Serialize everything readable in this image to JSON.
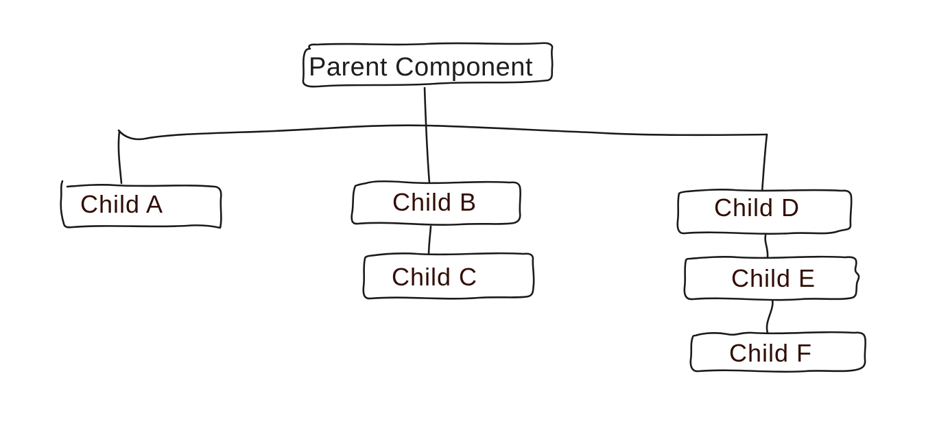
{
  "diagram": {
    "type": "tree",
    "background_color": "#ffffff",
    "line_color": "#1a1a1a",
    "parent_text_color": "#1f1e1e",
    "child_text_color": "#300d04",
    "style": "hand-drawn-sketch",
    "nodes": [
      {
        "id": "parent",
        "label": "Parent Component"
      },
      {
        "id": "child-a",
        "label": "Child A"
      },
      {
        "id": "child-b",
        "label": "Child B"
      },
      {
        "id": "child-c",
        "label": "Child C"
      },
      {
        "id": "child-d",
        "label": "Child D"
      },
      {
        "id": "child-e",
        "label": "Child E"
      },
      {
        "id": "child-f",
        "label": "Child F"
      }
    ],
    "edges": [
      {
        "from": "parent",
        "to": "child-a"
      },
      {
        "from": "parent",
        "to": "child-b"
      },
      {
        "from": "parent",
        "to": "child-d"
      },
      {
        "from": "child-b",
        "to": "child-c"
      },
      {
        "from": "child-d",
        "to": "child-e"
      },
      {
        "from": "child-e",
        "to": "child-f"
      }
    ]
  }
}
